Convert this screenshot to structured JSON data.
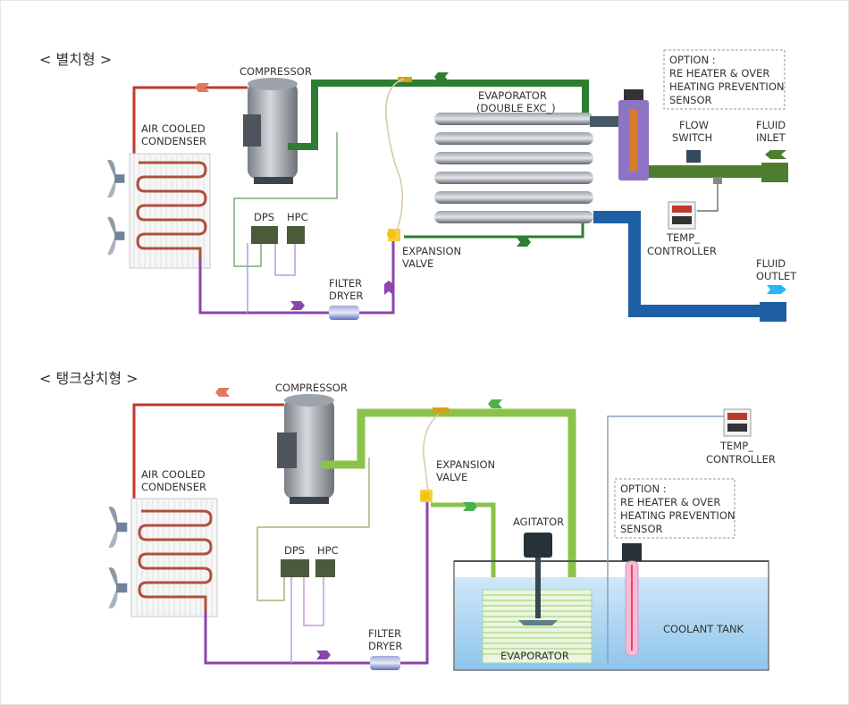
{
  "colors": {
    "hot_gas": "#c0392b",
    "liquid_line": "#8e44ad",
    "suction_dark": "#2e7d32",
    "suction_light": "#8bc34a",
    "fluid_pipe": "#1f5fa5",
    "fluid_inlet": "#4f7d2f",
    "tank_water": "#a9d4f2",
    "heater": "#7e57c2",
    "wire": "#7fa87f"
  },
  "top": {
    "title": "< 별치형 >",
    "compressor": "COMPRESSOR",
    "condenser": [
      "AIR COOLED",
      "CONDENSER"
    ],
    "evaporator": [
      "EVAPORATOR",
      "(DOUBLE EXC_)"
    ],
    "option": [
      "OPTION :",
      "RE HEATER & OVER",
      "HEATING PREVENTION",
      "SENSOR"
    ],
    "flow_switch": [
      "FLOW",
      "SWITCH"
    ],
    "fluid_inlet": [
      "FLUID",
      "INLET"
    ],
    "fluid_outlet": [
      "FLUID",
      "OUTLET"
    ],
    "temp_controller": [
      "TEMP_",
      "CONTROLLER"
    ],
    "dps": "DPS",
    "hpc": "HPC",
    "expansion_valve": [
      "EXPANSION",
      "VALVE"
    ],
    "filter_dryer": [
      "FILTER",
      "DRYER"
    ]
  },
  "bottom": {
    "title": "< 탱크상치형 >",
    "compressor": "COMPRESSOR",
    "condenser": [
      "AIR COOLED",
      "CONDENSER"
    ],
    "expansion_valve": [
      "EXPANSION",
      "VALVE"
    ],
    "temp_controller": [
      "TEMP_",
      "CONTROLLER"
    ],
    "option": [
      "OPTION :",
      "RE HEATER & OVER",
      "HEATING PREVENTION",
      "SENSOR"
    ],
    "agitator": "AGITATOR",
    "dps": "DPS",
    "hpc": "HPC",
    "coolant_tank": "COOLANT TANK",
    "evaporator": "EVAPORATOR",
    "filter_dryer": [
      "FILTER",
      "DRYER"
    ]
  }
}
